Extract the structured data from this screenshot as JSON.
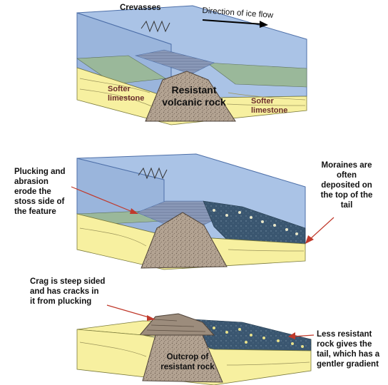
{
  "colors": {
    "ice": "#aac3e6",
    "ice_side": "#8fb0d8",
    "ice_edge": "#4d6fa8",
    "limestone": "#f7f0a0",
    "limestone_green": "#9ab89a",
    "volcanic_rock": "#b3a392",
    "till_dark": "#3a5670",
    "arrow": "#c0392b"
  },
  "panel1": {
    "crevasses": "Crevasses",
    "flow": "Direction of ice flow",
    "left_soft_1": "Softer",
    "left_soft_2": "limestone",
    "rock_1": "Resistant",
    "rock_2": "volcanic rock",
    "right_soft_1": "Softer",
    "right_soft_2": "limestone"
  },
  "panel2": {
    "plucking": [
      "Plucking and",
      "abrasion",
      "erode the",
      "stoss side of",
      "the feature"
    ],
    "moraines": [
      "Moraines are",
      "often",
      "deposited on",
      "the top of the",
      "tail"
    ]
  },
  "panel3": {
    "crag": [
      "Crag is steep sided",
      "and has cracks in",
      "it from plucking"
    ],
    "outcrop_1": "Outcrop of",
    "outcrop_2": "resistant rock",
    "less": [
      "Less resistant",
      "rock gives the",
      "tail, which has a",
      "gentler gradient"
    ]
  }
}
